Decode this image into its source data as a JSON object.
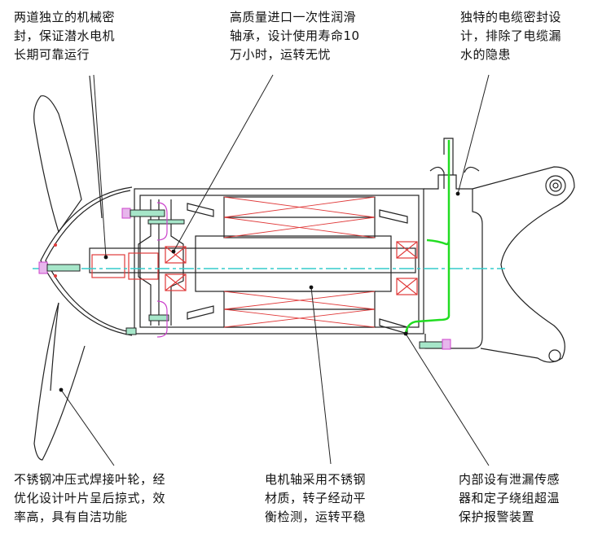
{
  "title": "潜水搅拌机电机结构剖面图",
  "callouts": {
    "mechanical_seal": "两道独立的机械密\n封，保证潜水电机\n长期可靠运行",
    "bearing": "高质量进口一次性润滑\n轴承，设计使用寿命10\n万小时，运转无忧",
    "cable_seal": "独特的电缆密封设\n计，排除了电缆漏\n水的隐患",
    "impeller": "不锈钢冲压式焊接叶轮，经\n优化设计叶片呈后掠式，效\n率高，具有自洁功能",
    "shaft": "电机轴采用不锈钢\n材质，转子经动平\n衡检测，运转平稳",
    "sensor": "内部设有泄漏传感\n器和定子绕组超温\n保护报警装置"
  },
  "colors": {
    "outline": "#222222",
    "winding": "#e03a3a",
    "centerline": "#33cccc",
    "cable": "#22dd22",
    "bolt_head": "#cc44cc",
    "bolt_body": "#66ccaa",
    "leader": "#222222"
  }
}
